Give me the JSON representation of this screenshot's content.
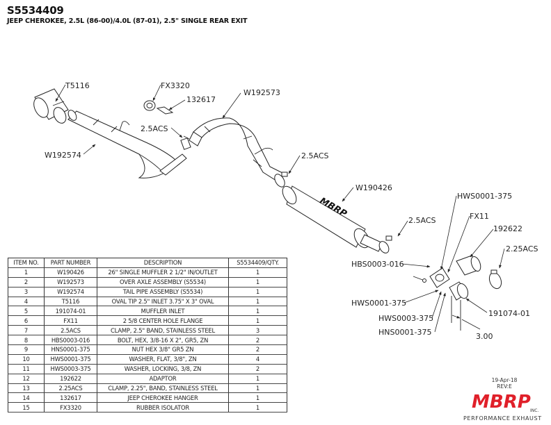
{
  "header": {
    "title": "S5534409",
    "subtitle": "JEEP CHEROKEE, 2.5L (86-00)/4.0L (87-01), 2.5\" SINGLE REAR EXIT"
  },
  "callouts": {
    "t5116": "T5116",
    "fx3320": "FX3320",
    "p132617": "132617",
    "w192573": "W192573",
    "acs_a": "2.5ACS",
    "w192574": "W192574",
    "acs_b": "2.5ACS",
    "w190426": "W190426",
    "acs_c": "2.5ACS",
    "hws_top": "HWS0001-375",
    "fx11": "FX11",
    "p192622": "192622",
    "acs225": "2.25ACS",
    "hbs": "HBS0003-016",
    "hws_bot": "HWS0001-375",
    "hws3": "HWS0003-375",
    "hns": "HNS0001-375",
    "p191074": "191074-01",
    "dim": "3.00"
  },
  "bom": {
    "headers": [
      "ITEM NO.",
      "PART NUMBER",
      "DESCRIPTION",
      "S5534409/QTY."
    ],
    "rows": [
      [
        "1",
        "W190426",
        "26\" SINGLE  MUFFLER 2 1/2\" IN/OUTLET",
        "1"
      ],
      [
        "2",
        "W192573",
        "OVER AXLE ASSEMBLY (S5534)",
        "1"
      ],
      [
        "3",
        "W192574",
        "TAIL PIPE ASSEMBLY (S5534)",
        "1"
      ],
      [
        "4",
        "T5116",
        "OVAL TIP 2.5\" INLET 3.75\" X 3\" OVAL",
        "1"
      ],
      [
        "5",
        "191074-01",
        "MUFFLER INLET",
        "1"
      ],
      [
        "6",
        "FX11",
        "2 5/8  CENTER HOLE FLANGE",
        "1"
      ],
      [
        "7",
        "2.5ACS",
        "CLAMP, 2.5\" BAND,  STAINLESS STEEL",
        "3"
      ],
      [
        "8",
        "HBS0003-016",
        "BOLT, HEX, 3/8-16 X 2\", GR5, ZN",
        "2"
      ],
      [
        "9",
        "HNS0001-375",
        "NUT HEX 3/8\" GR5 ZN",
        "2"
      ],
      [
        "10",
        "HWS0001-375",
        "WASHER, FLAT, 3/8\", ZN",
        "4"
      ],
      [
        "11",
        "HWS0003-375",
        "WASHER, LOCKING, 3/8, ZN",
        "2"
      ],
      [
        "12",
        "192622",
        "ADAPTOR",
        "1"
      ],
      [
        "13",
        "2.25ACS",
        "CLAMP, 2.25\", BAND, STAINLESS STEEL",
        "1"
      ],
      [
        "14",
        "132617",
        "JEEP CHEROKEE HANGER",
        "1"
      ],
      [
        "15",
        "FX3320",
        "RUBBER ISOLATOR",
        "1"
      ]
    ]
  },
  "footer": {
    "date": "19-Apr-18",
    "rev": "REV:E",
    "logo_text": "MBRP",
    "logo_sub": "INC.",
    "logo_tagline": "PERFORMANCE EXHAUST"
  },
  "muffler_logo": "MBRP",
  "colors": {
    "logo_red": "#e0202a",
    "line": "#222222"
  }
}
